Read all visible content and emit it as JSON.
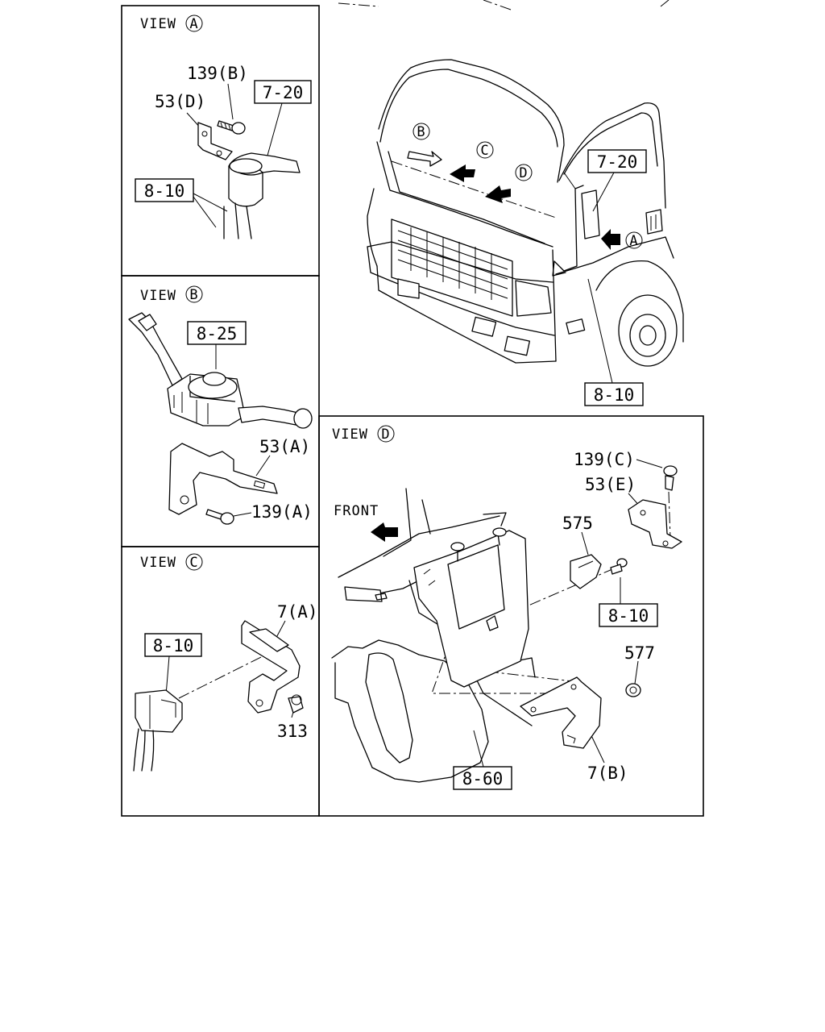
{
  "views": {
    "a": {
      "title": "VIEW",
      "letter": "A"
    },
    "b": {
      "title": "VIEW",
      "letter": "B"
    },
    "c": {
      "title": "VIEW",
      "letter": "C"
    },
    "d": {
      "title": "VIEW",
      "letter": "D"
    }
  },
  "view_a_labels": {
    "bolt": "139(B)",
    "bracket": "53(D)",
    "ref_harness": "7-20",
    "ref_wiring": "8-10"
  },
  "view_b_labels": {
    "ref_switch": "8-25",
    "bracket": "53(A)",
    "bolt": "139(A)"
  },
  "view_c_labels": {
    "bracket": "7(A)",
    "ref_wiring": "8-10",
    "clip": "313"
  },
  "view_d_labels": {
    "front": "FRONT",
    "bolt": "139(C)",
    "bracket_e": "53(E)",
    "clip_575": "575",
    "ref_wiring": "8-10",
    "nut": "577",
    "ref_module": "8-60",
    "bracket_b": "7(B)"
  },
  "truck_labels": {
    "arrow_b": "B",
    "arrow_c": "C",
    "arrow_d": "D",
    "arrow_a": "A",
    "ref_harness": "7-20",
    "ref_wiring": "8-10"
  }
}
